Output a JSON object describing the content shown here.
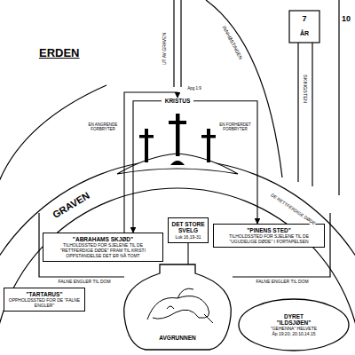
{
  "diagram": {
    "title": "ERDEN",
    "nodes": [
      {
        "text": [
          "KRISTUS"
        ]
      },
      {
        "text": [
          "\"ABRAHAMS SKJØD\"",
          "TILHOLDSSTED FOR SJELENE TIL DE \"RETTFERDIGE DØDE\" FRAM TIL KRISTI OPPSTANDELSE DET ER NÅ TOMT"
        ]
      },
      {
        "text": [
          "DET STORE SVELG",
          "Luk 16,19-31"
        ]
      },
      {
        "text": [
          "\"PINENS STED\"",
          "TILHOLDSSTED FOR SJELENE TIL DE \"UGUDELIGE DØDE\" I FORTAPELSEN"
        ]
      },
      {
        "text": [
          "\"TARTARUS\"",
          "OPPHOLDSSTED FOR DE \"FALNE ENGLER\""
        ]
      },
      {
        "text": [
          "AVGRUNNEN"
        ]
      },
      {
        "text": [
          "DYRET",
          "\"ILDSJØEN\"",
          "\"GEHENNA\" HELVETE",
          "Åp 19:20; 20:10,14,15"
        ]
      }
    ],
    "edges": [
      {
        "from": 0,
        "to": 1,
        "arrow": "to"
      },
      {
        "from": 1,
        "to": 0,
        "arrow": "to"
      },
      {
        "from": 0,
        "to": 3,
        "arrow": "to"
      },
      {
        "from": 2,
        "to": 5,
        "arrow": "none"
      }
    ],
    "labels": [
      "7",
      "ÅR",
      "10",
      "UT AV GRAVEN",
      "Apg 1:9",
      "INNHØSTINGEN",
      "SKINGSTEN",
      "EN ANGRENDE FORBRYTER",
      "EN FORHERDET FORBRYTER",
      "GRAVEN",
      "DE RETTFERDIGE DØDE",
      "FALNE ENGLER TIL DOM",
      "FALNE ENGLER TIL DOM"
    ]
  }
}
